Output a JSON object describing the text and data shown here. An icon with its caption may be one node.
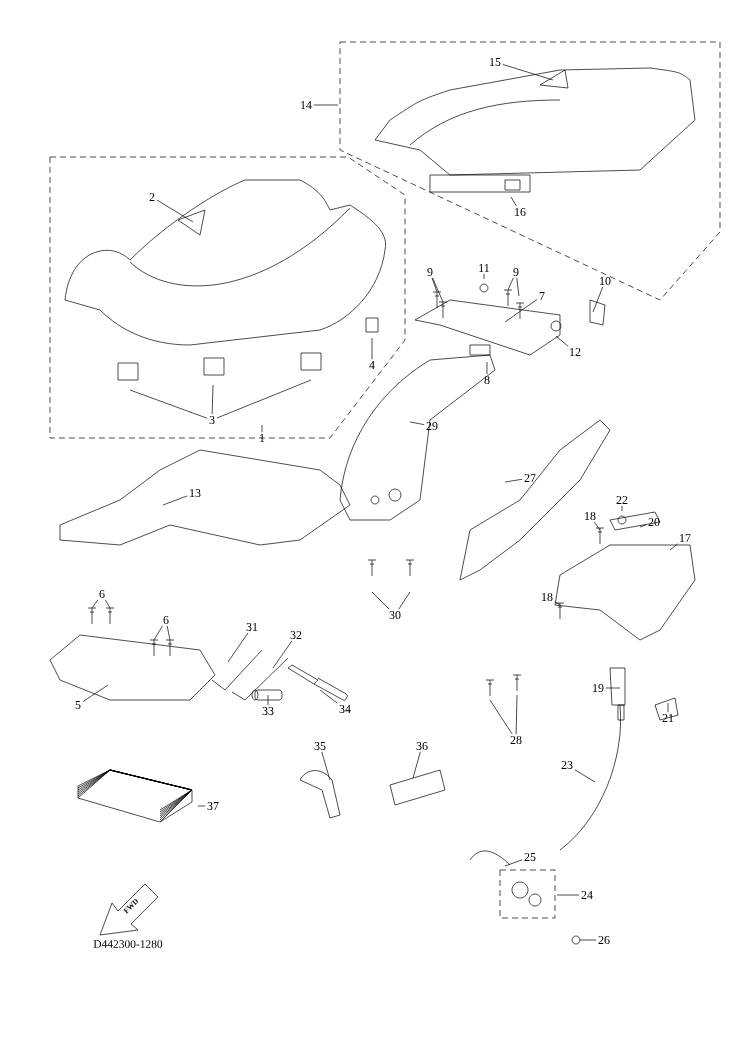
{
  "diagram": {
    "nodes": [
      {
        "text": [
          "15"
        ]
      },
      {
        "text": [
          "14"
        ]
      },
      {
        "text": [
          "2"
        ]
      },
      {
        "text": [
          "16"
        ]
      },
      {
        "text": [
          "11"
        ]
      },
      {
        "text": [
          "9"
        ]
      },
      {
        "text": [
          "9"
        ]
      },
      {
        "text": [
          "10"
        ]
      },
      {
        "text": [
          "7"
        ]
      },
      {
        "text": [
          "12"
        ]
      },
      {
        "text": [
          "4"
        ]
      },
      {
        "text": [
          "8"
        ]
      },
      {
        "text": [
          "3"
        ]
      },
      {
        "text": [
          "29"
        ]
      },
      {
        "text": [
          "1"
        ]
      },
      {
        "text": [
          "27"
        ]
      },
      {
        "text": [
          "13"
        ]
      },
      {
        "text": [
          "22"
        ]
      },
      {
        "text": [
          "18"
        ]
      },
      {
        "text": [
          "20"
        ]
      },
      {
        "text": [
          "17"
        ]
      },
      {
        "text": [
          "6"
        ]
      },
      {
        "text": [
          "18"
        ]
      },
      {
        "text": [
          "30"
        ]
      },
      {
        "text": [
          "6"
        ]
      },
      {
        "text": [
          "31"
        ]
      },
      {
        "text": [
          "32"
        ]
      },
      {
        "text": [
          "19"
        ]
      },
      {
        "text": [
          "5"
        ]
      },
      {
        "text": [
          "34"
        ]
      },
      {
        "text": [
          "33"
        ]
      },
      {
        "text": [
          "21"
        ]
      },
      {
        "text": [
          "28"
        ]
      },
      {
        "text": [
          "35"
        ]
      },
      {
        "text": [
          "36"
        ]
      },
      {
        "text": [
          "23"
        ]
      },
      {
        "text": [
          "37"
        ]
      },
      {
        "text": [
          "25"
        ]
      },
      {
        "text": [
          "24"
        ]
      },
      {
        "text": [
          "26"
        ]
      }
    ],
    "edges": [
      {
        "from": 0,
        "to": null,
        "arrow": "none"
      },
      {
        "from": 1,
        "to": null,
        "arrow": "none"
      },
      {
        "from": 2,
        "to": null,
        "arrow": "none"
      },
      {
        "from": 3,
        "to": null,
        "arrow": "none"
      },
      {
        "from": 4,
        "to": null,
        "arrow": "none"
      },
      {
        "from": 5,
        "to": null,
        "arrow": "none"
      },
      {
        "from": 5,
        "to": null,
        "arrow": "none"
      },
      {
        "from": 6,
        "to": null,
        "arrow": "none"
      },
      {
        "from": 6,
        "to": null,
        "arrow": "none"
      },
      {
        "from": 7,
        "to": null,
        "arrow": "none"
      },
      {
        "from": 8,
        "to": null,
        "arrow": "none"
      },
      {
        "from": 9,
        "to": null,
        "arrow": "none"
      },
      {
        "from": 10,
        "to": null,
        "arrow": "none"
      },
      {
        "from": 11,
        "to": null,
        "arrow": "none"
      },
      {
        "from": 12,
        "to": null,
        "arrow": "none"
      },
      {
        "from": 12,
        "to": null,
        "arrow": "none"
      },
      {
        "from": 12,
        "to": null,
        "arrow": "none"
      },
      {
        "from": 13,
        "to": null,
        "arrow": "none"
      },
      {
        "from": 14,
        "to": null,
        "arrow": "none"
      },
      {
        "from": 15,
        "to": null,
        "arrow": "none"
      },
      {
        "from": 16,
        "to": null,
        "arrow": "none"
      },
      {
        "from": 17,
        "to": null,
        "arrow": "none"
      },
      {
        "from": 18,
        "to": null,
        "arrow": "none"
      },
      {
        "from": 19,
        "to": null,
        "arrow": "none"
      },
      {
        "from": 20,
        "to": null,
        "arrow": "none"
      },
      {
        "from": 21,
        "to": null,
        "arrow": "none"
      },
      {
        "from": 21,
        "to": null,
        "arrow": "none"
      },
      {
        "from": 22,
        "to": null,
        "arrow": "none"
      },
      {
        "from": 23,
        "to": null,
        "arrow": "none"
      },
      {
        "from": 23,
        "to": null,
        "arrow": "none"
      },
      {
        "from": 24,
        "to": null,
        "arrow": "none"
      },
      {
        "from": 24,
        "to": null,
        "arrow": "none"
      },
      {
        "from": 25,
        "to": null,
        "arrow": "none"
      },
      {
        "from": 26,
        "to": null,
        "arrow": "none"
      },
      {
        "from": 27,
        "to": null,
        "arrow": "none"
      },
      {
        "from": 28,
        "to": null,
        "arrow": "none"
      },
      {
        "from": 29,
        "to": null,
        "arrow": "none"
      },
      {
        "from": 30,
        "to": null,
        "arrow": "none"
      },
      {
        "from": 31,
        "to": null,
        "arrow": "none"
      },
      {
        "from": 32,
        "to": null,
        "arrow": "none"
      },
      {
        "from": 32,
        "to": null,
        "arrow": "none"
      },
      {
        "from": 33,
        "to": null,
        "arrow": "none"
      },
      {
        "from": 34,
        "to": null,
        "arrow": "none"
      },
      {
        "from": 35,
        "to": null,
        "arrow": "none"
      },
      {
        "from": 36,
        "to": null,
        "arrow": "none"
      },
      {
        "from": 37,
        "to": null,
        "arrow": "none"
      },
      {
        "from": 38,
        "to": null,
        "arrow": "none"
      },
      {
        "from": 39,
        "to": null,
        "arrow": "none"
      }
    ],
    "labels": [
      "FWD",
      "D442300-1280"
    ]
  }
}
